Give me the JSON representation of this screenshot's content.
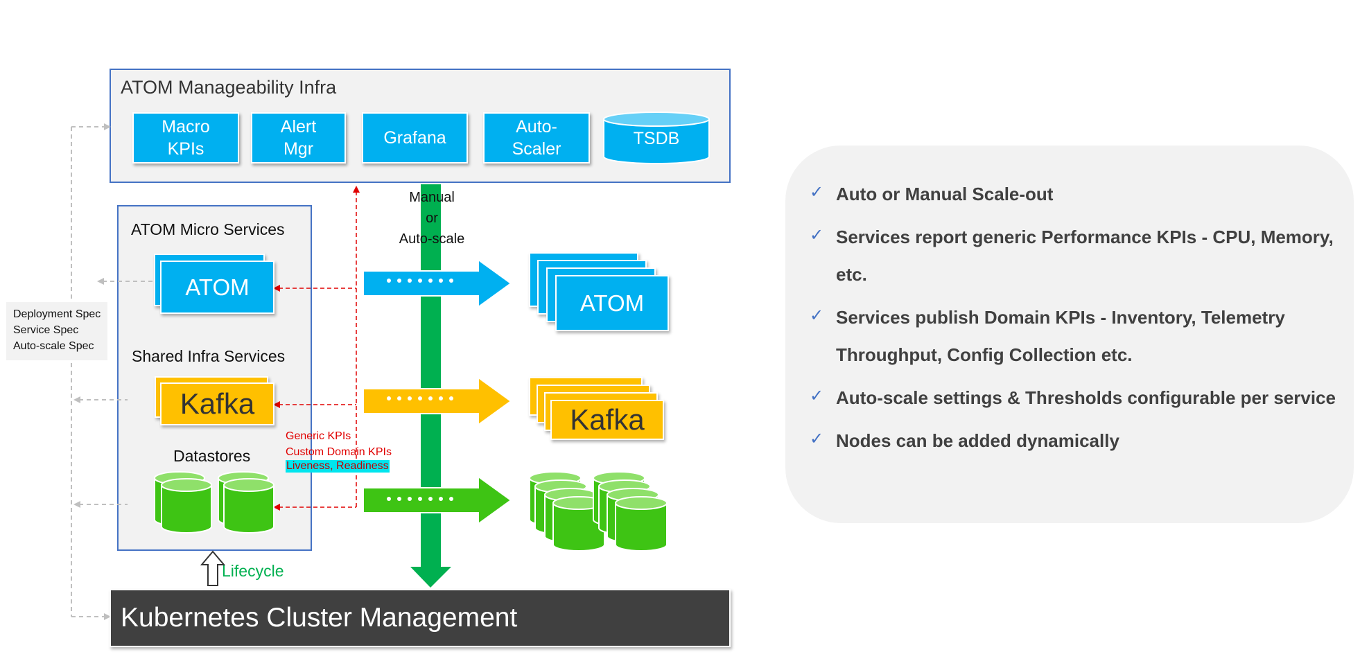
{
  "infra": {
    "title": "ATOM Manageability  Infra",
    "boxes": [
      "Macro\nKPIs",
      "Alert\nMgr",
      "Grafana",
      "Auto-\nScaler"
    ],
    "tsdb_label": "TSDB"
  },
  "micro": {
    "title": "ATOM Micro Services",
    "atom_label": "ATOM",
    "shared_title": "Shared Infra Services",
    "kafka_label": "Kafka",
    "datastores_title": "Datastores"
  },
  "spec_note": {
    "lines": [
      "Deployment Spec",
      "Service Spec",
      "Auto-scale  Spec"
    ]
  },
  "kpi_labels": {
    "generic": "Generic KPIs",
    "custom": "Custom Domain KPIs",
    "liveness": "Liveness, Readiness"
  },
  "scale_label": {
    "lines": [
      "Manual",
      "or",
      "Auto-scale"
    ]
  },
  "scaled": {
    "atom_label": "ATOM",
    "kafka_label": "Kafka"
  },
  "k8s": {
    "title": "Kubernetes Cluster Management",
    "lifecycle_label": "Lifecycle"
  },
  "summary": {
    "bullets": [
      "Auto or Manual Scale-out",
      "Services report generic Performance KPIs - CPU, Memory, etc.",
      "Services publish Domain KPIs - Inventory, Telemetry Throughput, Config Collection etc.",
      "Auto-scale settings & Thresholds configurable per service",
      "Nodes can be added dynamically"
    ]
  },
  "colors": {
    "cyan": "#00b0f0",
    "gold": "#ffc000",
    "green": "#3ec414",
    "vertical_green": "#00b050",
    "dark": "#404040",
    "red_arrow": "#e00000",
    "check": "#4472c4"
  },
  "icons": [
    "check-icon",
    "database-cylinder-icon",
    "chevron-arrow-icon",
    "hollow-up-arrow-icon"
  ]
}
